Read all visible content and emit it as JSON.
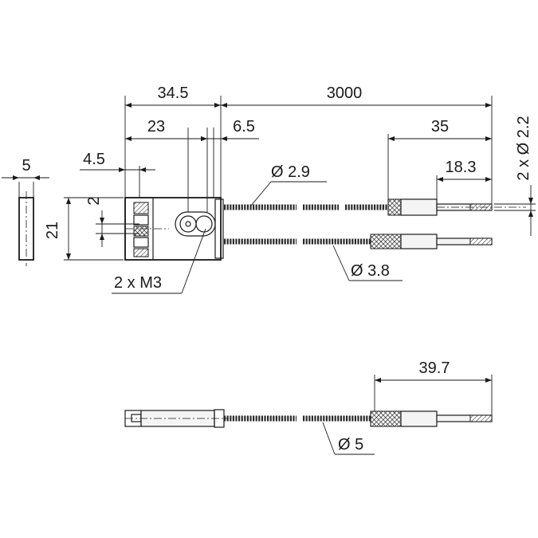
{
  "dimensions": {
    "width_5": "5",
    "height_21": "21",
    "offset_4_5": "4.5",
    "length_34_5": "34.5",
    "length_23": "23",
    "length_6_5": "6.5",
    "length_3000": "3000",
    "length_35": "35",
    "length_18_3": "18.3",
    "pitch_2": "2",
    "fiber_dia_2_2": "2 x Ø 2.2",
    "cable_dia_2_9": "Ø 2.9",
    "cable_dia_3_8": "Ø 3.8",
    "mount_screws": "2 x M3",
    "length_39_7": "39.7",
    "cable_dia_5": "Ø 5"
  },
  "colors": {
    "line": "#1a1a1a",
    "cable": "#2b2b2b",
    "background": "#ffffff"
  }
}
